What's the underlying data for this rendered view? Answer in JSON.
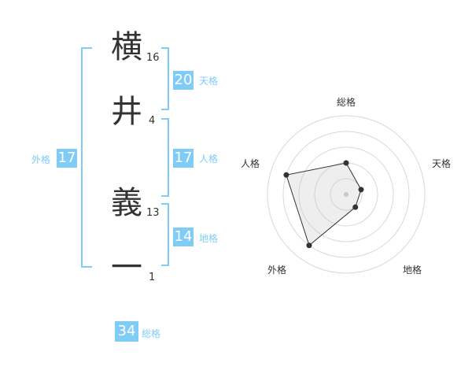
{
  "name": {
    "chars": [
      {
        "char": "横",
        "strokes": "16"
      },
      {
        "char": "井",
        "strokes": "4"
      },
      {
        "char": "義",
        "strokes": "13"
      },
      {
        "char": "一",
        "strokes": "1"
      }
    ]
  },
  "scores": {
    "ten": {
      "value": "20",
      "label": "天格"
    },
    "jin": {
      "value": "17",
      "label": "人格"
    },
    "chi": {
      "value": "14",
      "label": "地格"
    },
    "gai": {
      "value": "17",
      "label": "外格"
    },
    "sou": {
      "value": "34",
      "label": "総格"
    }
  },
  "colors": {
    "accent": "#7fcdf6",
    "text": "#333333"
  },
  "chart_data": {
    "type": "radar",
    "axes": [
      "総格",
      "天格",
      "地格",
      "外格",
      "人格"
    ],
    "values": [
      2,
      1,
      1,
      4,
      4
    ],
    "max": 5
  }
}
